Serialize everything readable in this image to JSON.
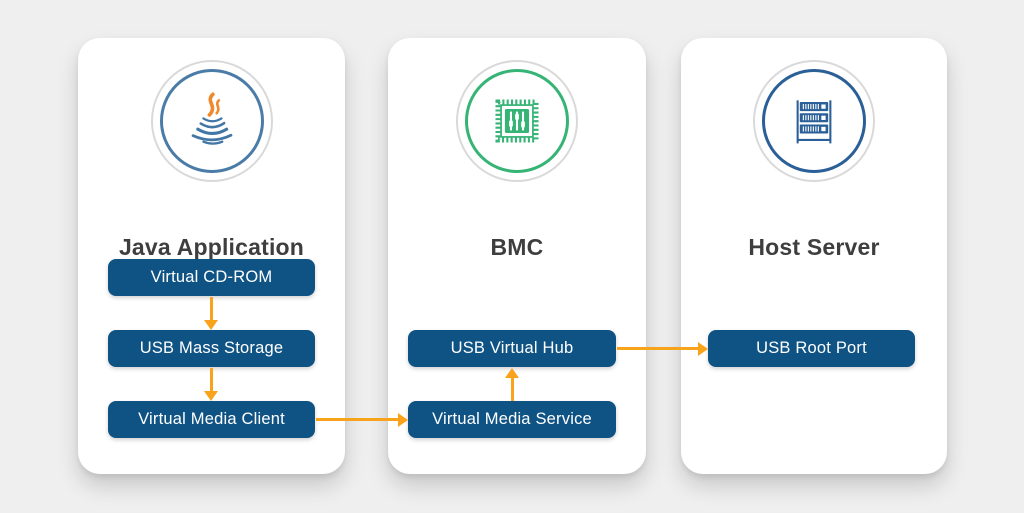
{
  "diagram": {
    "panels": [
      {
        "title": "Java Application",
        "icon": "java-logo-icon",
        "boxes": [
          "Virtual CD-ROM",
          "USB Mass Storage",
          "Virtual Media Client"
        ]
      },
      {
        "title": "BMC",
        "icon": "bmc-chip-icon",
        "boxes": [
          "USB Virtual Hub",
          "Virtual Media Service"
        ]
      },
      {
        "title": "Host Server",
        "icon": "server-rack-icon",
        "boxes": [
          "USB Root Port"
        ]
      }
    ],
    "flows": [
      {
        "from": "Virtual CD-ROM",
        "to": "USB Mass Storage",
        "direction": "down"
      },
      {
        "from": "USB Mass Storage",
        "to": "Virtual Media Client",
        "direction": "down"
      },
      {
        "from": "Virtual Media Client",
        "to": "Virtual Media Service",
        "direction": "right"
      },
      {
        "from": "Virtual Media Service",
        "to": "USB Virtual Hub",
        "direction": "up"
      },
      {
        "from": "USB Virtual Hub",
        "to": "USB Root Port",
        "direction": "right"
      }
    ],
    "colors": {
      "background": "#EFEFEF",
      "panel": "#FFFFFF",
      "box_blue": "#0F5385",
      "box_text": "#FFFFFF",
      "arrow_orange": "#F9A21C",
      "title_text": "#3E3E3E",
      "java_ring_blue": "#4B7CA8",
      "java_steam_orange": "#F0892B",
      "bmc_ring_green": "#36B476",
      "host_ring_blue": "#2A5F97"
    }
  }
}
